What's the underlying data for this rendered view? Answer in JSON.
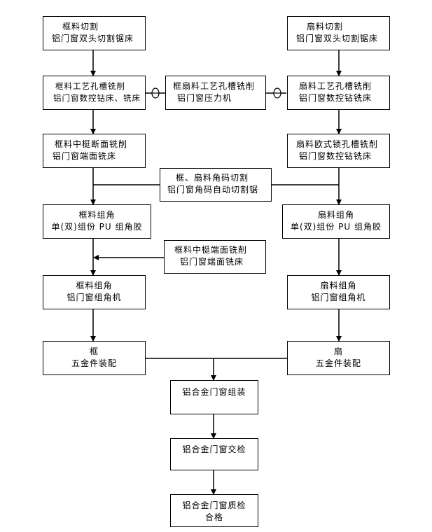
{
  "boxes": {
    "frame_cut": {
      "l1": "框料切割",
      "l2": "铝门窗双头切割锯床"
    },
    "sash_cut": {
      "l1": "扇料切割",
      "l2": "铝门窗双头切割锯床"
    },
    "frame_slot": {
      "l1": "框料工艺孔槽铣削",
      "l2": "铝门窗数控钻床、铣床"
    },
    "frame_sash_slot": {
      "l1": "框扇料工艺孔槽铣削",
      "l2": "铝门窗压力机"
    },
    "sash_slot": {
      "l1": "扇料工艺孔槽铣削",
      "l2": "铝门窗数控钻铣床"
    },
    "frame_mullion": {
      "l1": "框料中梃断面铣削",
      "l2": "铝门窗端面铣床"
    },
    "sash_lock": {
      "l1": "扇料欧式锁孔槽铣削",
      "l2": "铝门窗数控钻铣床"
    },
    "corner_code": {
      "l1": "框、扇料角码切割",
      "l2": "铝门窗角码自动切割锯"
    },
    "frame_corner_glue": {
      "l1": "框料组角",
      "l2": "单(双)组份 PU 组角胶"
    },
    "sash_corner_glue": {
      "l1": "扇料组角",
      "l2": "单(双)组份 PU 组角胶"
    },
    "mullion_end": {
      "l1": "框料中梃端面铣削",
      "l2": "铝门窗端面铣床"
    },
    "frame_corner_machine": {
      "l1": "框料组角",
      "l2": "铝门窗组角机"
    },
    "sash_corner_machine": {
      "l1": "扇料组角",
      "l2": "铝门窗组角机"
    },
    "frame_hardware": {
      "l1": "框",
      "l2": "五金件装配"
    },
    "sash_hardware": {
      "l1": "扇",
      "l2": "五金件装配"
    },
    "assembly": {
      "l1": "铝合金门窗组装"
    },
    "handover": {
      "l1": "铝合金门窗交检"
    },
    "qc": {
      "l1": "铝合金门窗质检",
      "l2": "合格"
    }
  }
}
